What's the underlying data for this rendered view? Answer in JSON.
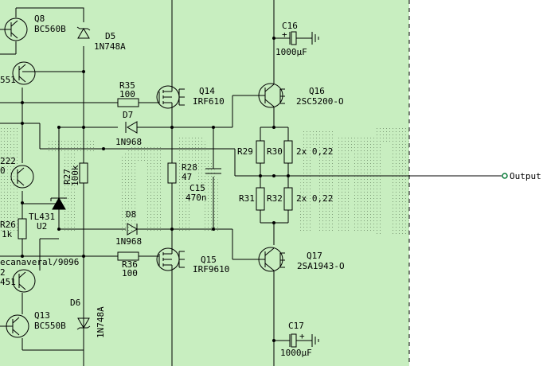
{
  "colors": {
    "board": "#c8eec0",
    "outside": "#ffffff",
    "wire": "#000000",
    "dots": "#5f7a5a",
    "output_dot": "#0a7d3a"
  },
  "components": {
    "q8": {
      "ref": "Q8",
      "value": "BC560B"
    },
    "d5": {
      "ref": "D5",
      "value": "1N748A"
    },
    "q9_value_partial": "551",
    "r35": {
      "ref": "R35",
      "value": "100"
    },
    "q14": {
      "ref": "Q14",
      "value": "IRF610"
    },
    "d7": {
      "ref": "D7",
      "value": "1N968"
    },
    "c16": {
      "ref": "C16",
      "value": "1000µF"
    },
    "q16": {
      "ref": "Q16",
      "value": "2SC5200-O"
    },
    "r29": {
      "ref": "R29"
    },
    "r30": {
      "ref": "R30"
    },
    "pair_top_value": "2x 0,22",
    "r28": {
      "ref": "R28",
      "value": "47"
    },
    "c15": {
      "ref": "C15",
      "value": "470n"
    },
    "r27": {
      "ref": "R27",
      "value": "100k"
    },
    "q_left_partial": "222",
    "zero_partial": "0",
    "u2": {
      "ref": "TL431",
      "value": "U2"
    },
    "r26": {
      "ref": "R26",
      "value": "1k"
    },
    "r31": {
      "ref": "R31"
    },
    "r32": {
      "ref": "R32"
    },
    "pair_bottom_value": "2x 0,22",
    "d8": {
      "ref": "D8",
      "value": "1N968"
    },
    "r36": {
      "ref": "R36",
      "value": "100"
    },
    "q15": {
      "ref": "Q15",
      "value": "IRF9610"
    },
    "q17": {
      "ref": "Q17",
      "value": "2SA1943-O"
    },
    "credit_partial": "ecanaveral/9096",
    "q12_partial_ref": "2",
    "q12_partial_value": "451",
    "d6": {
      "ref": "D6",
      "value": "1N748A"
    },
    "q13": {
      "ref": "Q13",
      "value": "BC550B"
    },
    "c17": {
      "ref": "C17",
      "value": "1000µF"
    }
  },
  "output_label": "Output"
}
